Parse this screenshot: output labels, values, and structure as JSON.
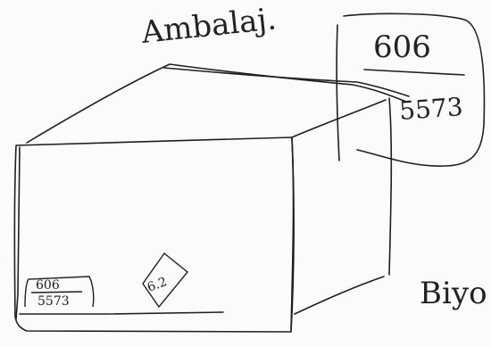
{
  "sketch": {
    "title_word": "Ambalaj.",
    "bottom_word": "Biyo",
    "callout_numerator": "606",
    "callout_denominator": "5573",
    "label_numerator": "606",
    "label_denominator": "5573",
    "diamond_text": "6.2"
  },
  "colors": {
    "ink": "#1f1f1f",
    "paper": "#fbfbfb"
  }
}
